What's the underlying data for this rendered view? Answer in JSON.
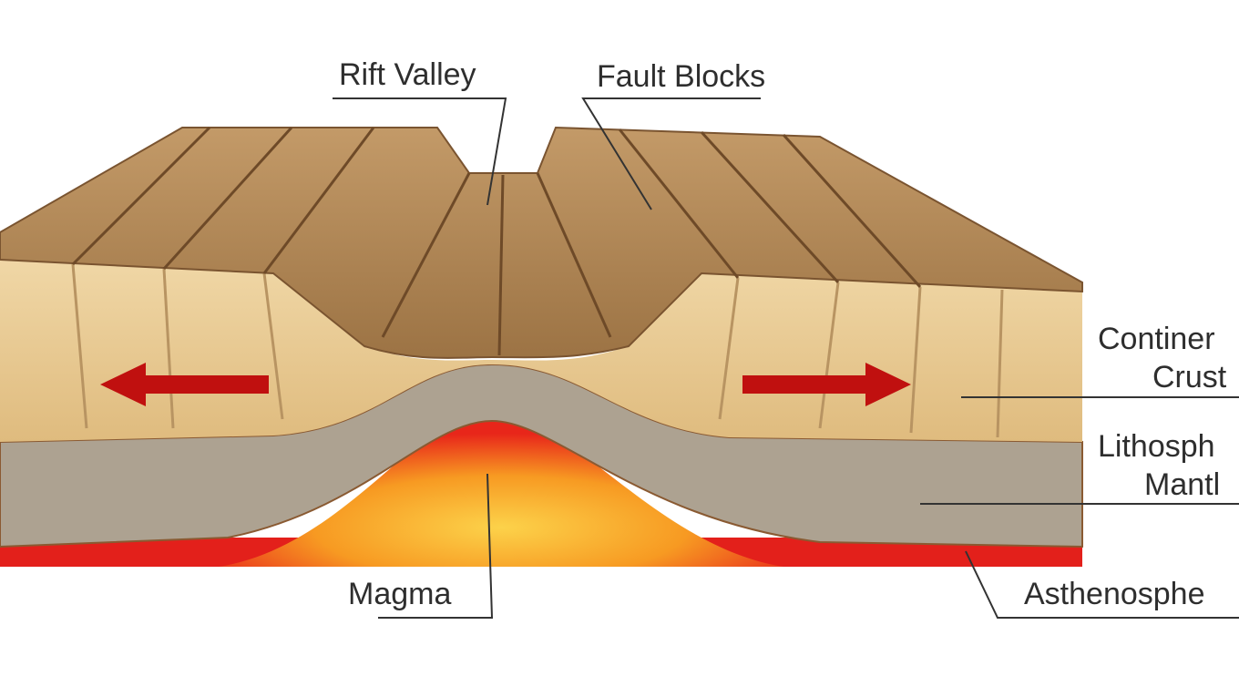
{
  "title": "Continental Rift Diagram",
  "labels": {
    "rift_valley": "Rift Valley",
    "fault_blocks": "Fault Blocks",
    "continental_1": "Continer",
    "continental_2": "Crust",
    "lithospheric_1": "Lithosph",
    "lithospheric_2": "Mantl",
    "asthenosphere": "Asthenosphe",
    "magma": "Magma"
  },
  "colors": {
    "surface": "#b08656",
    "crust": "#e6c68c",
    "mantle": "#ada291",
    "magma": "#f7a024",
    "asthenosphere": "#e3201b",
    "arrow": "#c0100f"
  }
}
